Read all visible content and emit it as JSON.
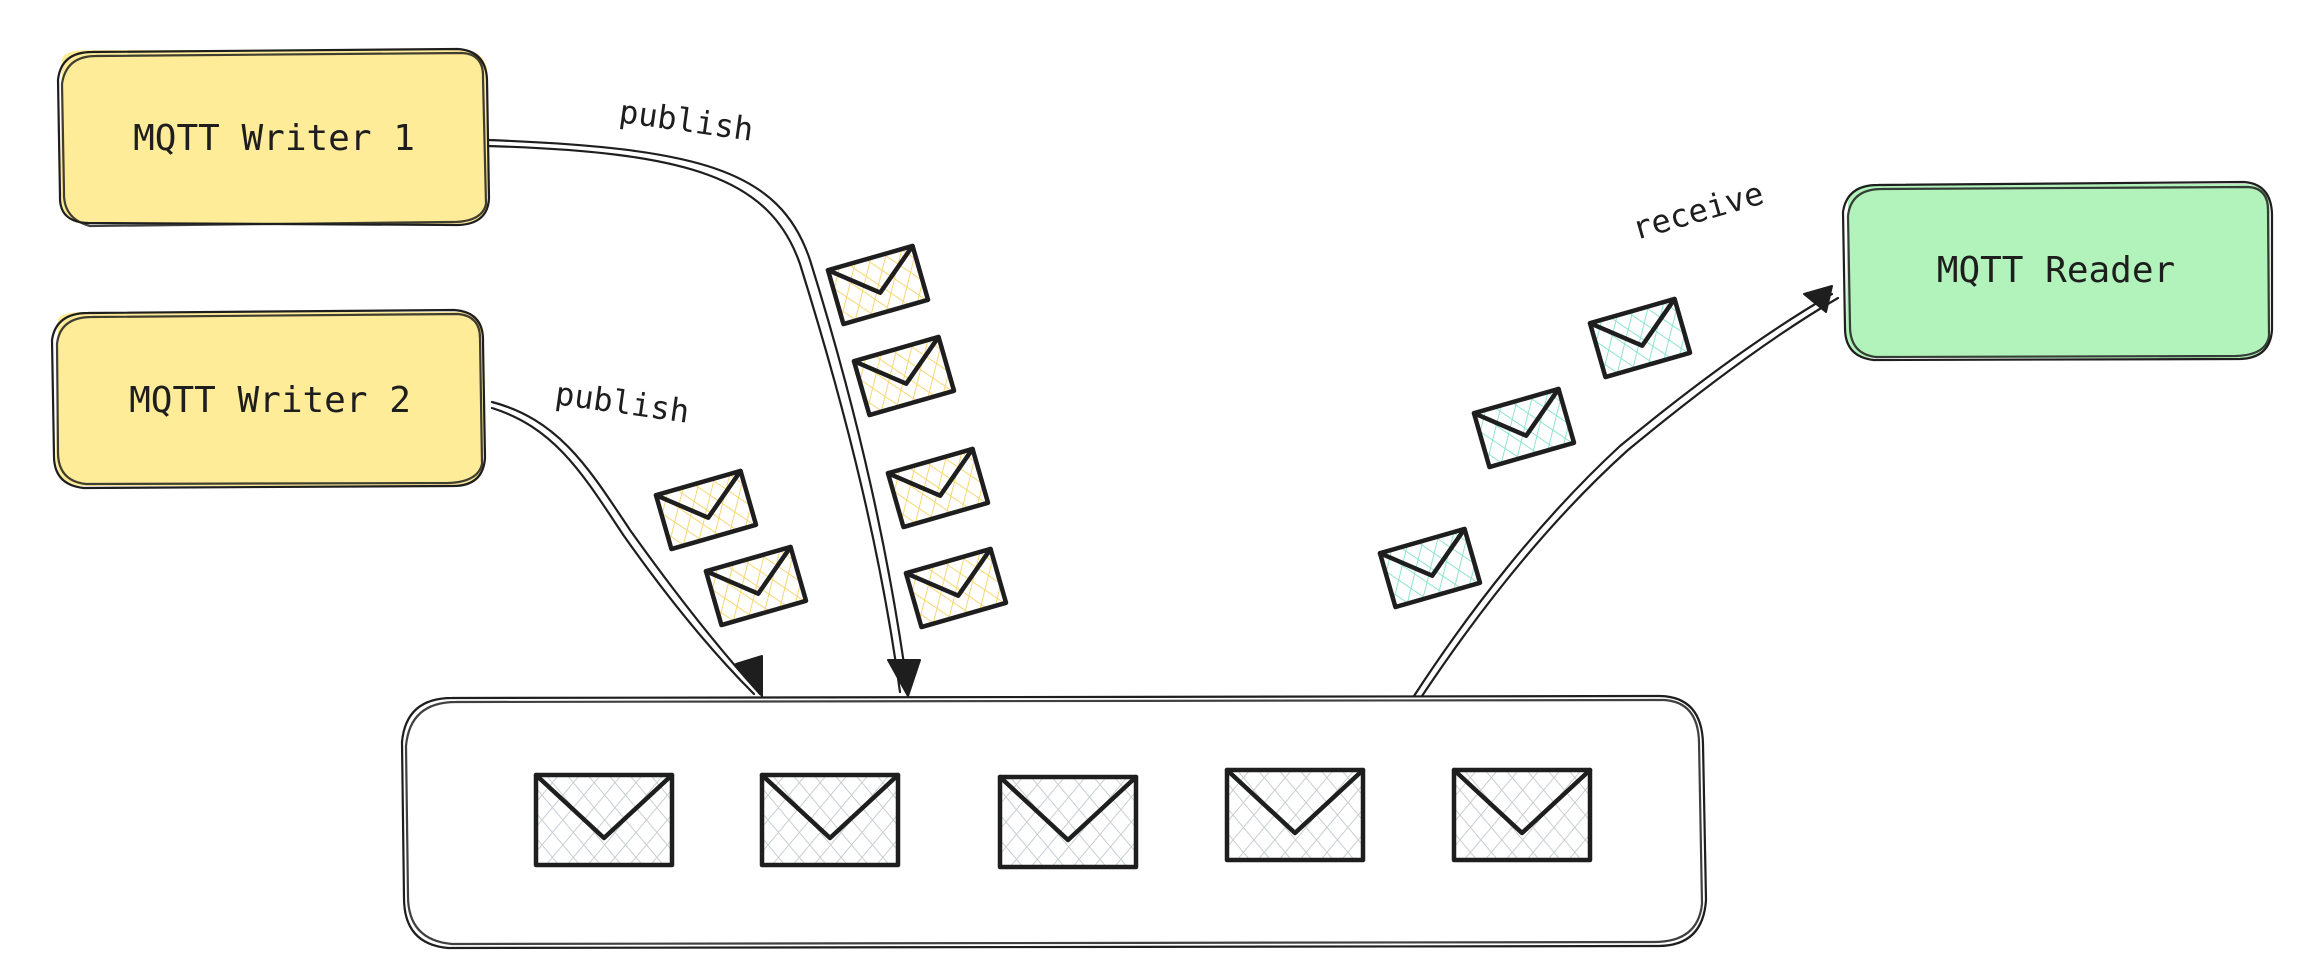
{
  "nodes": {
    "writer1": {
      "label": "MQTT Writer 1",
      "fill": "#ffec99"
    },
    "writer2": {
      "label": "MQTT Writer 2",
      "fill": "#ffec99"
    },
    "reader": {
      "label": "MQTT Reader",
      "fill": "#b2f2bb"
    },
    "queue": {
      "label": "",
      "fill": "#ffffff"
    }
  },
  "edges": {
    "writer1_publish": "publish",
    "writer2_publish": "publish",
    "reader_receive": "receive"
  },
  "message_colors": {
    "published": "#ffec99",
    "received": "#96f2d7",
    "queued": "#ced4da"
  },
  "counts": {
    "writer1_messages_in_flight": 4,
    "writer2_messages_in_flight": 2,
    "reader_messages_in_flight": 3,
    "queued_messages": 5
  },
  "icons": {
    "message": "envelope-icon"
  }
}
